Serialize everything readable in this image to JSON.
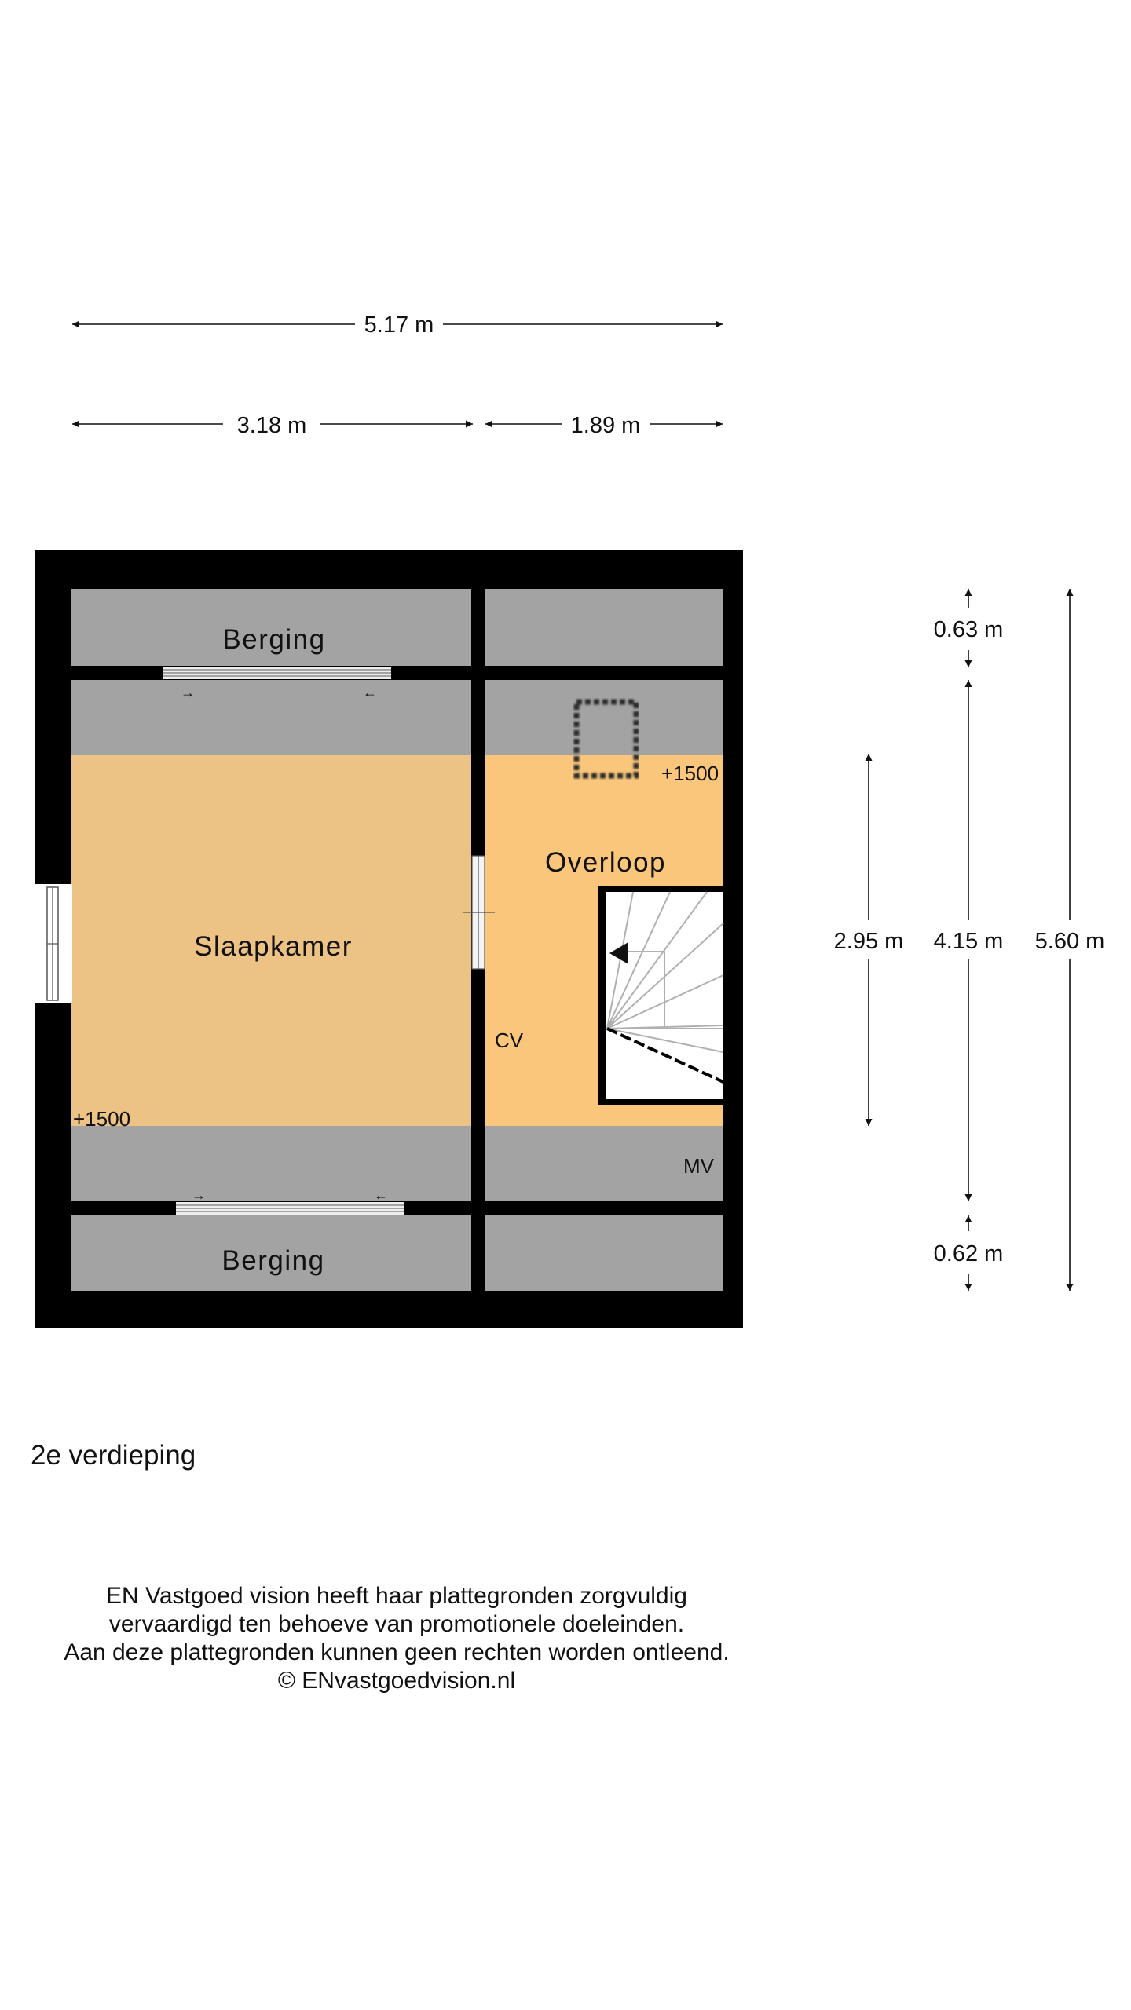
{
  "dimensions": {
    "total_width": "5.17 m",
    "left_width": "3.18 m",
    "right_width": "1.89 m",
    "top_depth": "0.63 m",
    "middle_depth": "4.15 m",
    "total_depth": "5.60 m",
    "bottom_depth": "0.62 m",
    "headroom_depth": "2.95 m"
  },
  "rooms": {
    "storage_top": "Berging",
    "storage_bottom": "Berging",
    "bedroom": "Slaapkamer",
    "landing": "Overloop"
  },
  "annotations": {
    "height_landing": "+1500",
    "height_bedroom": "+1500",
    "boiler": "CV",
    "ventilation": "MV"
  },
  "floor_label": "2e verdieping",
  "disclaimer": {
    "line1": "EN Vastgoed vision heeft haar plattegronden zorgvuldig",
    "line2": "vervaardigd ten behoeve van promotionele doeleinden.",
    "line3": "Aan deze plattegronden kunnen geen rechten worden ontleend.",
    "line4": "© ENvastgoedvision.nl"
  },
  "colors": {
    "wall": "#000000",
    "low_ceiling": "#a3a3a3",
    "bedroom_floor": "#ecc285",
    "landing_floor": "#f9c67b",
    "stair": "#ffffff"
  }
}
